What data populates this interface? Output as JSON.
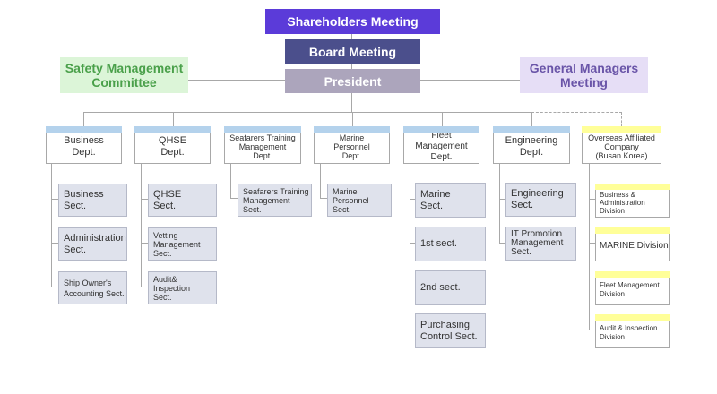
{
  "colors": {
    "shareholders_bg": "#5b3bd9",
    "board_bg": "#4b4f8c",
    "president_bg": "#aca5bc",
    "safety_bg": "#dcf5d8",
    "safety_text": "#4aa04a",
    "gm_bg": "#e6def6",
    "gm_text": "#6a55a8",
    "dept_header_blue": "#b4d2ec",
    "dept_header_yellow": "#ffff99",
    "sect_bg": "#dfe2ec"
  },
  "top": {
    "shareholders": "Shareholders Meeting",
    "board": "Board Meeting",
    "president": "President",
    "safety_committee": "Safety Management\nCommittee",
    "general_managers": "General Managers\nMeeting"
  },
  "departments": [
    {
      "name": "Business\nDept.",
      "sections": [
        "Business\nSect.",
        "Administration\nSect.",
        "Ship Owner's\nAccounting Sect."
      ]
    },
    {
      "name": "QHSE\nDept.",
      "sections": [
        "QHSE\nSect.",
        "Vetting\nManagement\nSect.",
        "Audit&\nInspection\nSect."
      ]
    },
    {
      "name": "Seafarers Training\nManagement\nDept.",
      "sections": [
        "Seafarers Training\nManagement\nSect."
      ]
    },
    {
      "name": "Marine\nPersonnel\nDept.",
      "sections": [
        "Marine\nPersonnel\nSect."
      ]
    },
    {
      "name": "Fleet Management\nDept.",
      "sections": [
        "Marine\nSect.",
        "1st sect.",
        "2nd sect.",
        "Purchasing\nControl Sect."
      ]
    },
    {
      "name": "Engineering\nDept.",
      "sections": [
        "Engineering\nSect.",
        "IT Promotion\nManagement\nSect."
      ]
    },
    {
      "name": "Overseas Affiliated\nCompany\n(Busan Korea)",
      "sections": [
        "Business &\nAdministration\nDivision",
        "MARINE Division",
        "Fleet Management\nDivision",
        "Audit & Inspection\nDivision"
      ]
    }
  ]
}
